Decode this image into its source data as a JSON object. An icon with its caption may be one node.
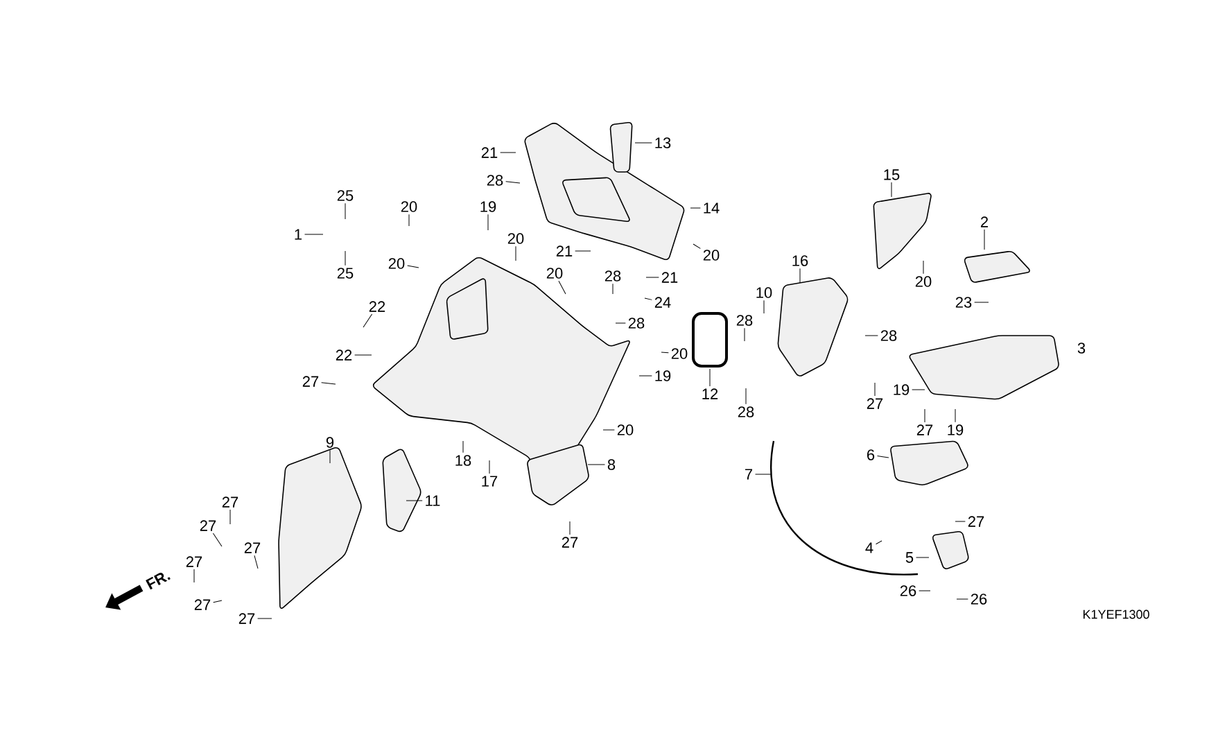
{
  "diagram": {
    "nodes": [
      {
        "text": [
          "1"
        ]
      },
      {
        "text": [
          "25"
        ]
      },
      {
        "text": [
          "25"
        ]
      },
      {
        "text": [
          "20"
        ]
      },
      {
        "text": [
          "19"
        ]
      },
      {
        "text": [
          "20"
        ]
      },
      {
        "text": [
          "20"
        ]
      },
      {
        "text": [
          "22"
        ]
      },
      {
        "text": [
          "22"
        ]
      },
      {
        "text": [
          "27"
        ]
      },
      {
        "text": [
          "21"
        ]
      },
      {
        "text": [
          "28"
        ]
      },
      {
        "text": [
          "13"
        ]
      },
      {
        "text": [
          "14"
        ]
      },
      {
        "text": [
          "20"
        ]
      },
      {
        "text": [
          "21"
        ]
      },
      {
        "text": [
          "28"
        ]
      },
      {
        "text": [
          "21"
        ]
      },
      {
        "text": [
          "20"
        ]
      },
      {
        "text": [
          "24"
        ]
      },
      {
        "text": [
          "28"
        ]
      },
      {
        "text": [
          "20"
        ]
      },
      {
        "text": [
          "19"
        ]
      },
      {
        "text": [
          "20"
        ]
      },
      {
        "text": [
          "18"
        ]
      },
      {
        "text": [
          "17"
        ]
      },
      {
        "text": [
          "8"
        ]
      },
      {
        "text": [
          "27"
        ]
      },
      {
        "text": [
          "12"
        ]
      },
      {
        "text": [
          "9"
        ]
      },
      {
        "text": [
          "11"
        ]
      },
      {
        "text": [
          "27"
        ]
      },
      {
        "text": [
          "27"
        ]
      },
      {
        "text": [
          "27"
        ]
      },
      {
        "text": [
          "27"
        ]
      },
      {
        "text": [
          "27"
        ]
      },
      {
        "text": [
          "27"
        ]
      },
      {
        "text": [
          "15"
        ]
      },
      {
        "text": [
          "2"
        ]
      },
      {
        "text": [
          "16"
        ]
      },
      {
        "text": [
          "10"
        ]
      },
      {
        "text": [
          "28"
        ]
      },
      {
        "text": [
          "28"
        ]
      },
      {
        "text": [
          "20"
        ]
      },
      {
        "text": [
          "23"
        ]
      },
      {
        "text": [
          "28"
        ]
      },
      {
        "text": [
          "27"
        ]
      },
      {
        "text": [
          "19"
        ]
      },
      {
        "text": [
          "27"
        ]
      },
      {
        "text": [
          "19"
        ]
      },
      {
        "text": [
          "6"
        ]
      },
      {
        "text": [
          "7"
        ]
      },
      {
        "text": [
          "27"
        ]
      },
      {
        "text": [
          "4"
        ]
      },
      {
        "text": [
          "5"
        ]
      },
      {
        "text": [
          "26"
        ]
      },
      {
        "text": [
          "26"
        ]
      }
    ],
    "edges": [
      {
        "from": 0,
        "to": null,
        "arrow": "none"
      },
      {
        "from": 1,
        "to": null,
        "arrow": "none"
      },
      {
        "from": 2,
        "to": null,
        "arrow": "none"
      },
      {
        "from": 3,
        "to": null,
        "arrow": "none"
      },
      {
        "from": 4,
        "to": null,
        "arrow": "none"
      },
      {
        "from": 5,
        "to": null,
        "arrow": "none"
      },
      {
        "from": 6,
        "to": null,
        "arrow": "none"
      },
      {
        "from": 7,
        "to": null,
        "arrow": "none"
      },
      {
        "from": 8,
        "to": null,
        "arrow": "none"
      },
      {
        "from": 9,
        "to": null,
        "arrow": "none"
      },
      {
        "from": 10,
        "to": null,
        "arrow": "none"
      },
      {
        "from": 11,
        "to": null,
        "arrow": "none"
      },
      {
        "from": 12,
        "to": null,
        "arrow": "none"
      },
      {
        "from": 13,
        "to": null,
        "arrow": "none"
      },
      {
        "from": 14,
        "to": null,
        "arrow": "none"
      },
      {
        "from": 15,
        "to": null,
        "arrow": "none"
      },
      {
        "from": 16,
        "to": null,
        "arrow": "none"
      },
      {
        "from": 17,
        "to": null,
        "arrow": "none"
      },
      {
        "from": 18,
        "to": null,
        "arrow": "none"
      },
      {
        "from": 19,
        "to": null,
        "arrow": "none"
      },
      {
        "from": 20,
        "to": null,
        "arrow": "none"
      },
      {
        "from": 21,
        "to": null,
        "arrow": "none"
      },
      {
        "from": 22,
        "to": null,
        "arrow": "none"
      },
      {
        "from": 23,
        "to": null,
        "arrow": "none"
      },
      {
        "from": 24,
        "to": null,
        "arrow": "none"
      },
      {
        "from": 25,
        "to": null,
        "arrow": "none"
      },
      {
        "from": 26,
        "to": null,
        "arrow": "none"
      },
      {
        "from": 27,
        "to": null,
        "arrow": "none"
      },
      {
        "from": 28,
        "to": null,
        "arrow": "none"
      },
      {
        "from": 29,
        "to": null,
        "arrow": "none"
      },
      {
        "from": 30,
        "to": null,
        "arrow": "none"
      },
      {
        "from": 31,
        "to": null,
        "arrow": "none"
      },
      {
        "from": 32,
        "to": null,
        "arrow": "none"
      },
      {
        "from": 33,
        "to": null,
        "arrow": "none"
      },
      {
        "from": 34,
        "to": null,
        "arrow": "none"
      },
      {
        "from": 35,
        "to": null,
        "arrow": "none"
      },
      {
        "from": 36,
        "to": null,
        "arrow": "none"
      },
      {
        "from": 37,
        "to": null,
        "arrow": "none"
      },
      {
        "from": 38,
        "to": null,
        "arrow": "none"
      },
      {
        "from": 39,
        "to": null,
        "arrow": "none"
      },
      {
        "from": 40,
        "to": null,
        "arrow": "none"
      },
      {
        "from": 41,
        "to": null,
        "arrow": "none"
      },
      {
        "from": 42,
        "to": null,
        "arrow": "none"
      },
      {
        "from": 43,
        "to": null,
        "arrow": "none"
      },
      {
        "from": 44,
        "to": null,
        "arrow": "none"
      },
      {
        "from": 45,
        "to": null,
        "arrow": "none"
      },
      {
        "from": 46,
        "to": null,
        "arrow": "none"
      },
      {
        "from": 47,
        "to": null,
        "arrow": "none"
      },
      {
        "from": 48,
        "to": null,
        "arrow": "none"
      },
      {
        "from": 49,
        "to": null,
        "arrow": "none"
      },
      {
        "from": 50,
        "to": null,
        "arrow": "none"
      },
      {
        "from": 51,
        "to": null,
        "arrow": "none"
      },
      {
        "from": 52,
        "to": null,
        "arrow": "none"
      },
      {
        "from": 53,
        "to": null,
        "arrow": "none"
      },
      {
        "from": 54,
        "to": null,
        "arrow": "none"
      },
      {
        "from": 55,
        "to": null,
        "arrow": "none"
      },
      {
        "from": 56,
        "to": null,
        "arrow": "none"
      }
    ],
    "labels": [
      "3",
      "FR.",
      "K1YEF1300"
    ]
  }
}
